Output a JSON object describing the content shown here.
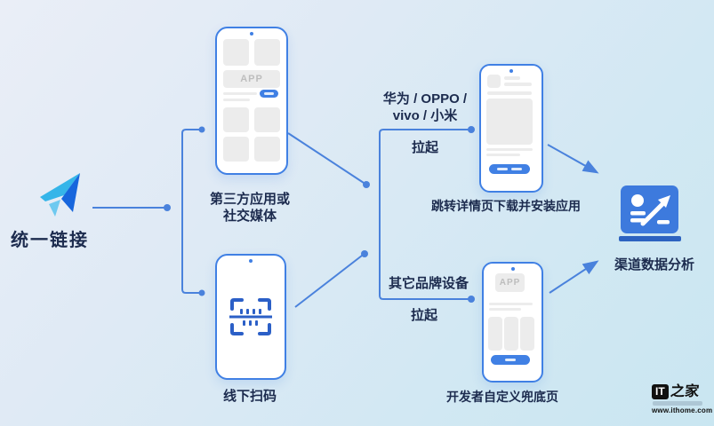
{
  "colors": {
    "accent_blue": "#4080e4",
    "connector_blue": "#4a82dc",
    "dark_text": "#1c2b4e",
    "qr_icon_blue": "#2b5fc7",
    "analytics_bg": "#3d7add",
    "analytics_base": "#2d63c0",
    "placeholder_gray": "#ececec"
  },
  "logo": {
    "title": "统一链接",
    "icon": "paper-plane-icon"
  },
  "source_phones": {
    "third_party": {
      "app_text": "APP",
      "label_line1": "第三方应用或",
      "label_line2": "社交媒体"
    },
    "offline_scan": {
      "label": "线下扫码",
      "icon": "qr-scan-icon"
    }
  },
  "junction": {
    "vendors_line1": "华为 / OPPO /",
    "vendors_line2": "vivo / 小米",
    "pull_up_top": "拉起",
    "other_brands": "其它品牌设备",
    "pull_up_bottom": "拉起"
  },
  "result_phones": {
    "detail_page": {
      "label": "跳转详情页下载并安装应用"
    },
    "fallback_page": {
      "app_text": "APP",
      "label": "开发者自定义兜底页"
    }
  },
  "analytics": {
    "label": "渠道数据分析",
    "icon": "chart-trend-icon"
  },
  "watermark": {
    "brand_it": "IT",
    "brand_home": "之家",
    "url": "www.ithome.com"
  }
}
